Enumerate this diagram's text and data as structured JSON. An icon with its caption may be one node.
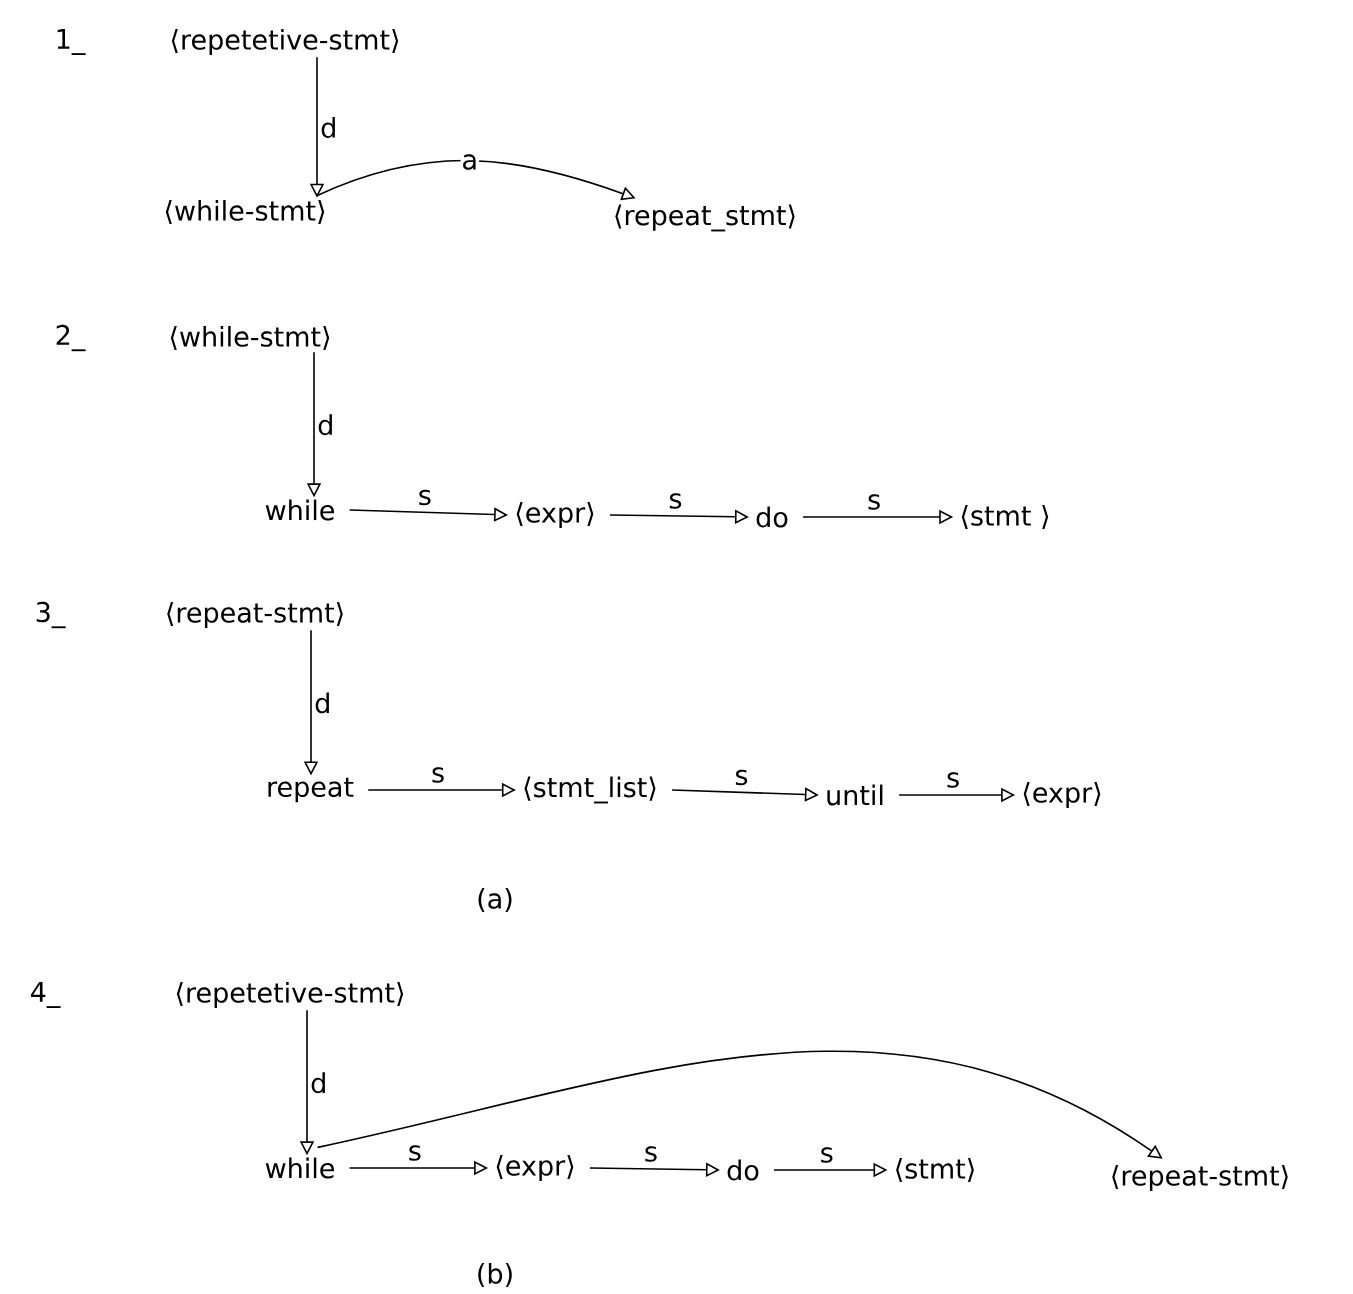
{
  "diagram": {
    "nodes": [
      {
        "text": [
          "⟨repetetive-stmt⟩"
        ]
      },
      {
        "text": [
          "⟨while-stmt⟩"
        ]
      },
      {
        "text": [
          "⟨repeat_stmt⟩"
        ]
      },
      {
        "text": [
          "⟨while-stmt⟩"
        ]
      },
      {
        "text": [
          "while"
        ]
      },
      {
        "text": [
          "⟨expr⟩"
        ]
      },
      {
        "text": [
          "do"
        ]
      },
      {
        "text": [
          "⟨stmt ⟩"
        ]
      },
      {
        "text": [
          "⟨repeat-stmt⟩"
        ]
      },
      {
        "text": [
          "repeat"
        ]
      },
      {
        "text": [
          "⟨stmt_list⟩"
        ]
      },
      {
        "text": [
          "until"
        ]
      },
      {
        "text": [
          "⟨expr⟩"
        ]
      },
      {
        "text": [
          "⟨repetetive-stmt⟩"
        ]
      },
      {
        "text": [
          "while"
        ]
      },
      {
        "text": [
          "⟨expr⟩"
        ]
      },
      {
        "text": [
          "do"
        ]
      },
      {
        "text": [
          "⟨stmt⟩"
        ]
      },
      {
        "text": [
          "⟨repeat-stmt⟩"
        ]
      }
    ],
    "edges": [
      {
        "from": 0,
        "to": 1,
        "arrow": "to",
        "label": "d"
      },
      {
        "from": 1,
        "to": 2,
        "arrow": "to",
        "label": "a"
      },
      {
        "from": 3,
        "to": 4,
        "arrow": "to",
        "label": "d"
      },
      {
        "from": 4,
        "to": 5,
        "arrow": "to",
        "label": "s"
      },
      {
        "from": 5,
        "to": 6,
        "arrow": "to",
        "label": "s"
      },
      {
        "from": 6,
        "to": 7,
        "arrow": "to",
        "label": "s"
      },
      {
        "from": 8,
        "to": 9,
        "arrow": "to",
        "label": "d"
      },
      {
        "from": 9,
        "to": 10,
        "arrow": "to",
        "label": "s"
      },
      {
        "from": 10,
        "to": 11,
        "arrow": "to",
        "label": "s"
      },
      {
        "from": 11,
        "to": 12,
        "arrow": "to",
        "label": "s"
      },
      {
        "from": 13,
        "to": 14,
        "arrow": "to",
        "label": "d"
      },
      {
        "from": 14,
        "to": 15,
        "arrow": "to",
        "label": "s"
      },
      {
        "from": 15,
        "to": 16,
        "arrow": "to",
        "label": "s"
      },
      {
        "from": 16,
        "to": 17,
        "arrow": "to",
        "label": "s"
      },
      {
        "from": 14,
        "to": 18,
        "arrow": "to"
      }
    ],
    "labels": [
      "1_",
      "2_",
      "3_",
      "(a)",
      "4_",
      "(b)"
    ]
  }
}
